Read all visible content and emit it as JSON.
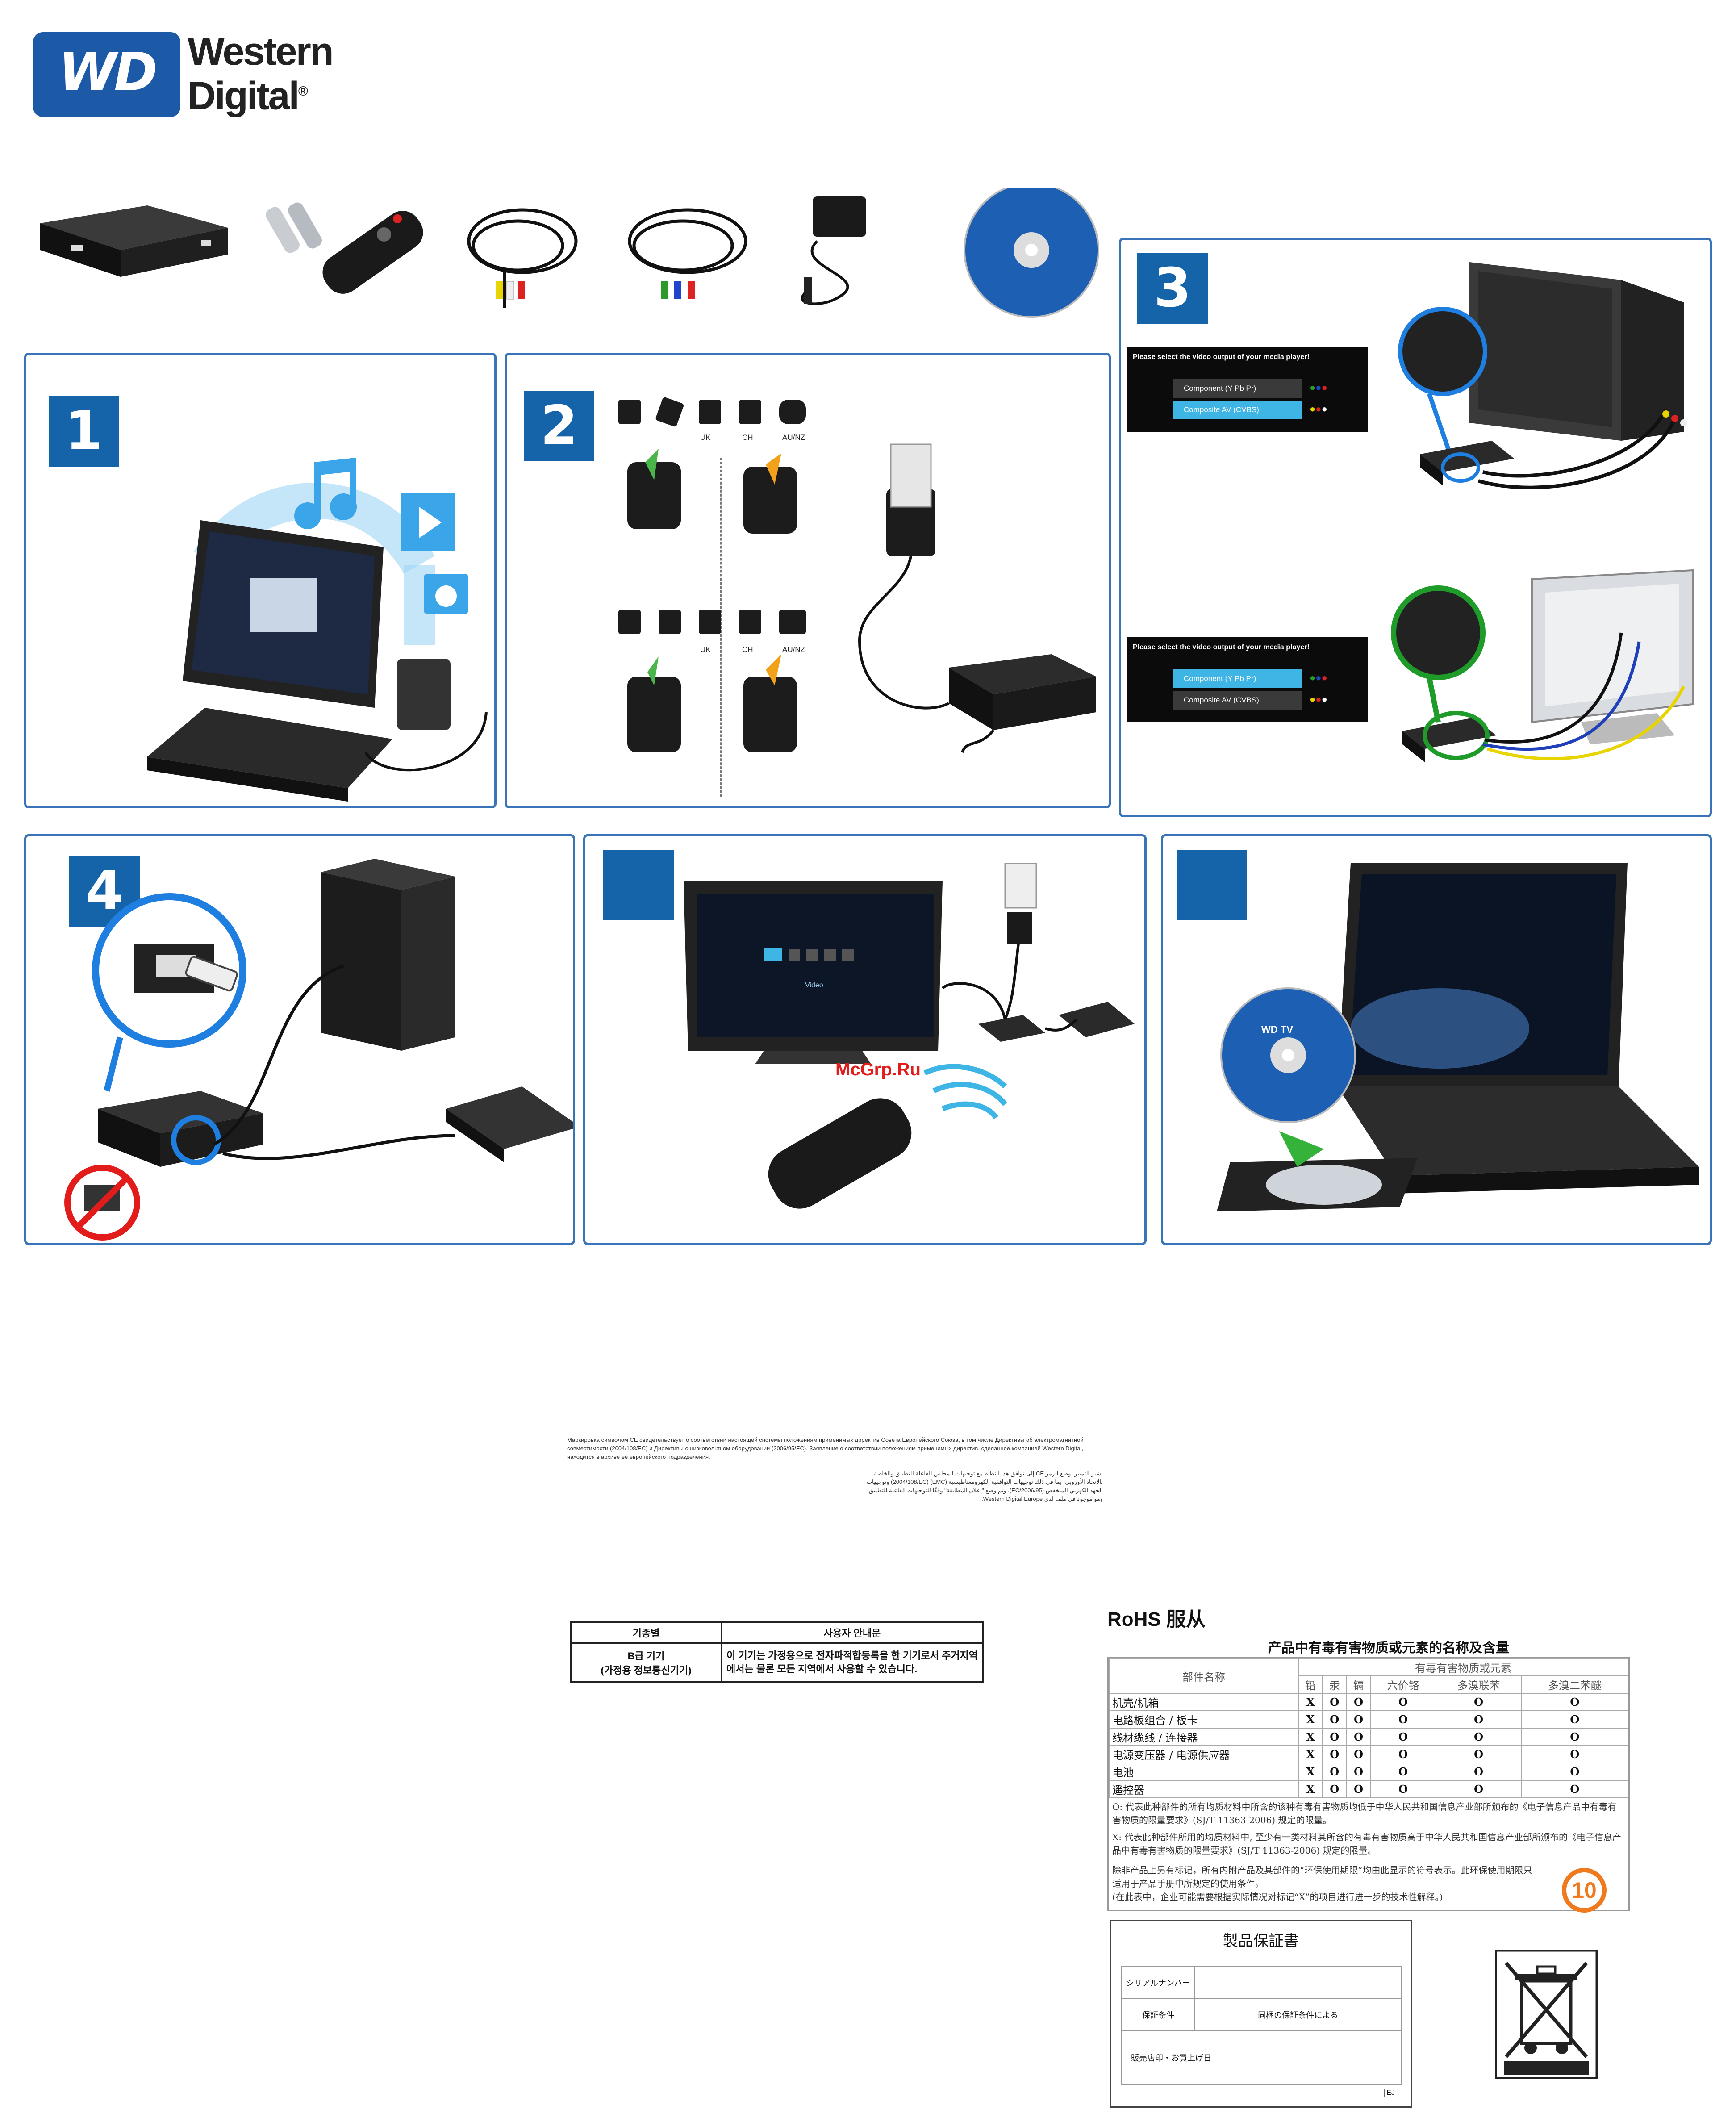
{
  "brand": {
    "logo_mark": "WD",
    "name_line1": "Western",
    "name_line2": "Digital",
    "registered": "®",
    "color": "#1c5aa8"
  },
  "accent": "#3a74b8",
  "steps": {
    "s1": "1",
    "s2": "2",
    "s3": "3",
    "s4": "4"
  },
  "plug_labels": [
    "UK",
    "CH",
    "AU/NZ"
  ],
  "setup_menus": [
    {
      "question": "Please select the video output of your media player!",
      "options": [
        "Component (Y Pb Pr)",
        "Composite AV (CVBS)"
      ],
      "selected": 1
    },
    {
      "question": "Please select the video output of your media player!",
      "options": [
        "Component (Y Pb Pr)",
        "Composite AV (CVBS)"
      ],
      "selected": 0
    }
  ],
  "tv_menu_label": "Video",
  "watermark": "McGrp.Ru",
  "cd_label": "WD TV",
  "russian_notice": "Маркировка символом CE свидетельствует о соответствии настоящей системы положениям применимых директив Совета Европейского Союза, в том числе Директивы об электромагнитной совместимости (2004/108/EC) и Директивы о низковольтном оборудовании (2006/95/EC). Заявление о соответствии положениям применимых директив, сделанное компанией Western Digital, находится в архиве её европейского подразделения.",
  "arabic_notice": [
    "يشير التمييز بوضع الرمز CE إلى توافق هذا النظام مع توجيهات المجلس الفاعلة للتطبيق والخاصة",
    "بالاتحاد الأوروبي، بما في ذلك توجيهات التوافقية الكهرومغناطيسية (EMC) (2004/108/EC) وتوجيهات",
    "الجهد الكهربي المنخفض (2006/95/EC). وتم وضع \"إعلان المطابقة\" وفقًا للتوجيهات الفاعلة للتطبيق",
    "وهو موجود في ملف لدى Western Digital Europe."
  ],
  "korean_table": {
    "headers": [
      "기종별",
      "사용자 안내문"
    ],
    "row_class": "B급 기기\n(가정용 정보통신기기)",
    "row_text": "이 기기는 가정용으로 전자파적합등록을 한 기기로서 주거지역에서는 물론 모든 지역에서 사용할 수 있습니다."
  },
  "rohs": {
    "heading": "RoHS 服从",
    "table_title": "产品中有毒有害物质或元素的名称及含量",
    "col_part": "部件名称",
    "col_group": "有毒有害物质或元素",
    "substances": [
      "铅",
      "汞",
      "镉",
      "六价铬",
      "多溴联苯",
      "多溴二苯醚"
    ],
    "rows": [
      {
        "part": "机壳/机箱",
        "marks": [
          "X",
          "O",
          "O",
          "O",
          "O",
          "O"
        ]
      },
      {
        "part": "电路板组合 / 板卡",
        "marks": [
          "X",
          "O",
          "O",
          "O",
          "O",
          "O"
        ]
      },
      {
        "part": "线材缆线 / 连接器",
        "marks": [
          "X",
          "O",
          "O",
          "O",
          "O",
          "O"
        ]
      },
      {
        "part": "电源变压器 / 电源供应器",
        "marks": [
          "X",
          "O",
          "O",
          "O",
          "O",
          "O"
        ]
      },
      {
        "part": "电池",
        "marks": [
          "X",
          "O",
          "O",
          "O",
          "O",
          "O"
        ]
      },
      {
        "part": "遥控器",
        "marks": [
          "X",
          "O",
          "O",
          "O",
          "O",
          "O"
        ]
      }
    ],
    "note_o": "O: 代表此种部件的所有均质材料中所含的该种有毒有害物质均低于中华人民共和国信息产业部所颁布的《电子信息产品中有毒有害物质的限量要求》(SJ/T 11363-2006) 规定的限量。",
    "note_x": "X: 代表此种部件所用的均质材料中, 至少有一类材料其所含的有毒有害物质高于中华人民共和国信息产业部所颁布的《电子信息产品中有毒有害物质的限量要求》(SJ/T 11363-2006) 规定的限量。",
    "note_epup": "除非产品上另有标记，所有内附产品及其部件的“环保使用期限”均由此显示的符号表示。此环保使用期限只适用于产品手册中所规定的使用条件。\n(在此表中，企业可能需要根据实际情况对标记“X”的项目进行进一步的技术性解释。)",
    "epup_years": "10"
  },
  "warranty": {
    "title": "製品保証書",
    "serial_label": "シリアルナンバー",
    "cond_label": "保証条件",
    "cond_value": "同梱の保証条件による",
    "store_label": "販売店印・お買上げ日",
    "code": "EJ"
  }
}
